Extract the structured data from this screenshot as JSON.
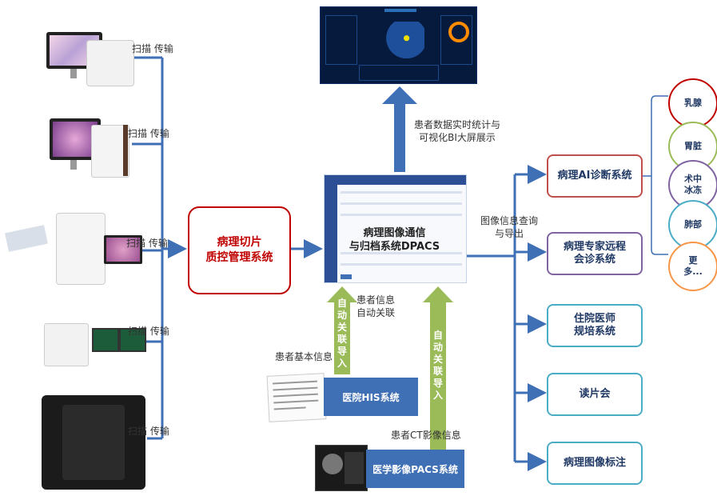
{
  "scan_label": "扫描 传输",
  "qc_system": {
    "line1": "病理切片",
    "line2": "质控管理系统"
  },
  "dpacs": {
    "line1": "病理图像通信",
    "line2": "与归档系统DPACS"
  },
  "bi_label": {
    "line1": "患者数据实时统计与",
    "line2": "可视化BI大屏展示"
  },
  "export_label": {
    "line1": "图像信息查询",
    "line2": "与导出"
  },
  "right_boxes": {
    "ai": "病理AI诊断系统",
    "expert": {
      "line1": "病理专家远程",
      "line2": "会诊系统"
    },
    "resident": {
      "line1": "住院医师",
      "line2": "规培系统"
    },
    "reading": "读片会",
    "annotation": "病理图像标注"
  },
  "circles": [
    "乳腺",
    "胃脏",
    "术中冰冻",
    "肺部",
    "更多..."
  ],
  "his": {
    "label": "医院HIS系统",
    "basic_info": "患者基本信息"
  },
  "pacs": {
    "label": "医学影像PACS系统",
    "ct_info": "患者CT影像信息"
  },
  "link_info": {
    "line1": "患者信息",
    "line2": "自动关联"
  },
  "auto_import": [
    "自",
    "动",
    "关",
    "联",
    "导",
    "入"
  ],
  "colors": {
    "blue": "#3f6fb5",
    "green": "#9bbb59",
    "red": "#c00000",
    "teal": "#4bacc6",
    "purple": "#8064a2"
  }
}
